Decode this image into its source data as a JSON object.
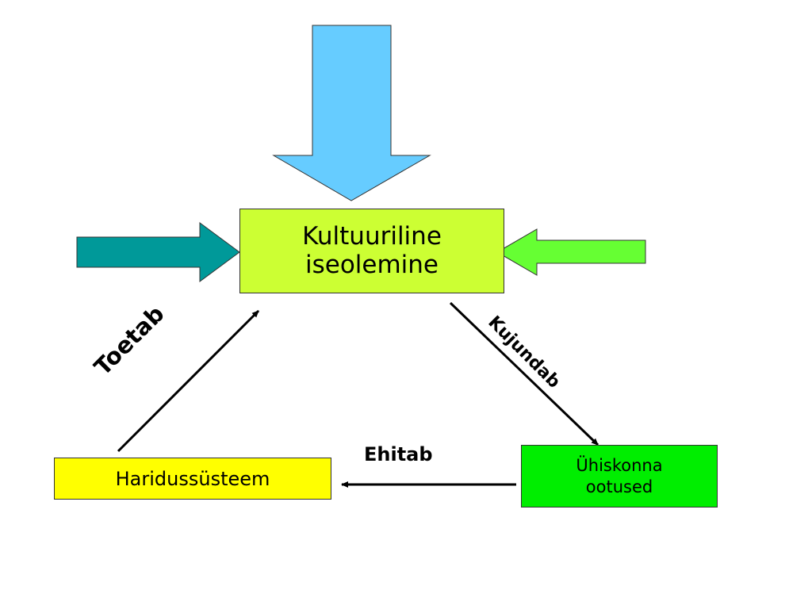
{
  "nodes": {
    "center": {
      "line1": "Kultuuriline",
      "line2": "iseolemine",
      "color": "#ccff33"
    },
    "left": {
      "label": "Haridussüsteem",
      "color": "#ffff00"
    },
    "right": {
      "line1": "Ühiskonna",
      "line2": "ootused",
      "color": "#00ee00"
    }
  },
  "edges": {
    "left_to_center": {
      "label": "Toetab"
    },
    "center_to_right": {
      "label": "Kujundab"
    },
    "right_to_left": {
      "label": "Ehitab"
    }
  },
  "inputs": {
    "top": {
      "color": "#66ccff",
      "icon": "arrow-down-icon"
    },
    "left": {
      "color": "#009999",
      "icon": "arrow-right-icon"
    },
    "right": {
      "color": "#66ff33",
      "icon": "arrow-left-icon"
    }
  }
}
